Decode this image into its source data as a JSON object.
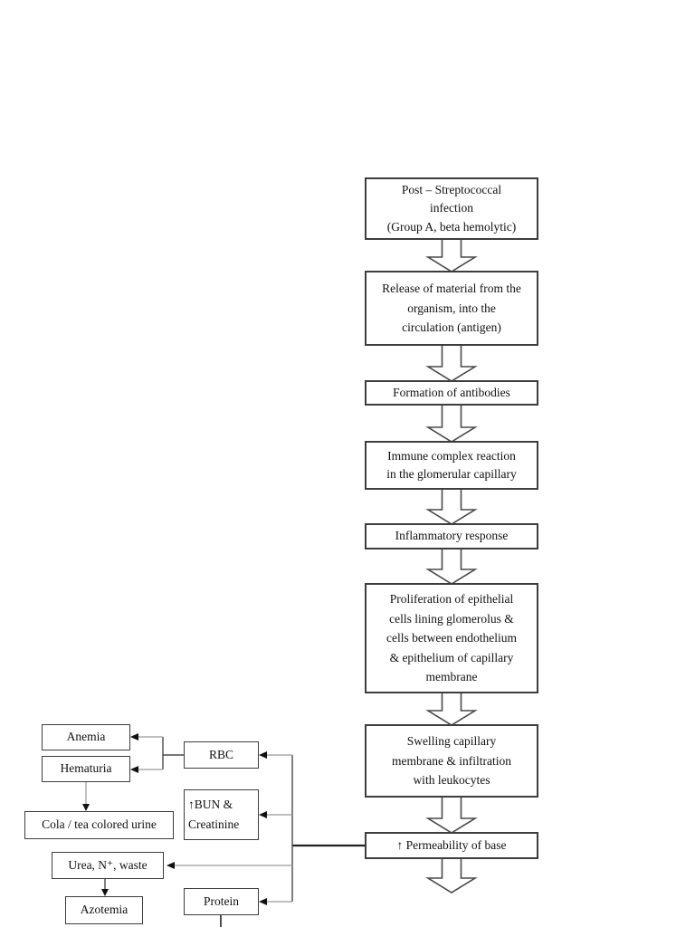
{
  "diagram": {
    "subject": "Pathophysiology flowchart of post-streptococcal infection leading to glomerular changes",
    "colors": {
      "background": "#ffffff",
      "box_border": "#3d3d3d",
      "line": "#4a4a4a",
      "light_line": "#9a9a9a",
      "arrowhead": "#111111",
      "text": "#111111"
    },
    "boxes": {
      "post_strep": {
        "text": "Post – Streptococcal\ninfection\n(Group A, beta hemolytic)"
      },
      "release": {
        "text": "Release of material from the\norganism, into the\ncirculation (antigen)"
      },
      "antibodies": {
        "text": "Formation of antibodies"
      },
      "immune_complex": {
        "text": "Immune complex reaction\nin the glomerular capillary"
      },
      "inflammatory": {
        "text": "Inflammatory response"
      },
      "proliferation": {
        "text": "Proliferation of epithelial\ncells lining glomerolus &\ncells between endothelium\n& epithelium of capillary\nmembrane"
      },
      "swelling": {
        "text": "Swelling capillary\nmembrane & infiltration\nwith leukocytes"
      },
      "permeability": {
        "text": "↑ Permeability of base"
      },
      "anemia": {
        "text": "Anemia"
      },
      "hematuria": {
        "text": "Hematuria"
      },
      "cola_urine": {
        "text": "Cola / tea colored urine"
      },
      "rbc": {
        "text": "RBC"
      },
      "bun_creatinine": {
        "text": "↑BUN &\nCreatinine"
      },
      "urea_waste": {
        "text": "Urea, N⁺, waste"
      },
      "azotemia": {
        "text": "Azotemia"
      },
      "protein": {
        "text": "Protein"
      }
    },
    "edges": [
      {
        "from": "post_strep",
        "to": "release",
        "style": "block-arrow"
      },
      {
        "from": "release",
        "to": "antibodies",
        "style": "block-arrow"
      },
      {
        "from": "antibodies",
        "to": "immune_complex",
        "style": "block-arrow"
      },
      {
        "from": "immune_complex",
        "to": "inflammatory",
        "style": "block-arrow"
      },
      {
        "from": "inflammatory",
        "to": "proliferation",
        "style": "block-arrow"
      },
      {
        "from": "proliferation",
        "to": "swelling",
        "style": "block-arrow"
      },
      {
        "from": "swelling",
        "to": "permeability",
        "style": "block-arrow"
      },
      {
        "from": "permeability",
        "to": "(continues below)",
        "style": "block-arrow"
      },
      {
        "from": "permeability",
        "to": "rbc",
        "style": "line-arrow"
      },
      {
        "from": "permeability",
        "to": "bun_creatinine",
        "style": "line-arrow"
      },
      {
        "from": "permeability",
        "to": "urea_waste",
        "style": "line-arrow"
      },
      {
        "from": "permeability",
        "to": "protein",
        "style": "line-arrow"
      },
      {
        "from": "rbc",
        "to": "anemia",
        "style": "line-arrow"
      },
      {
        "from": "rbc",
        "to": "hematuria",
        "style": "line-arrow"
      },
      {
        "from": "hematuria",
        "to": "cola_urine",
        "style": "line-arrow"
      },
      {
        "from": "urea_waste",
        "to": "azotemia",
        "style": "line-arrow"
      },
      {
        "from": "protein",
        "to": "(continues below)",
        "style": "line"
      }
    ]
  }
}
